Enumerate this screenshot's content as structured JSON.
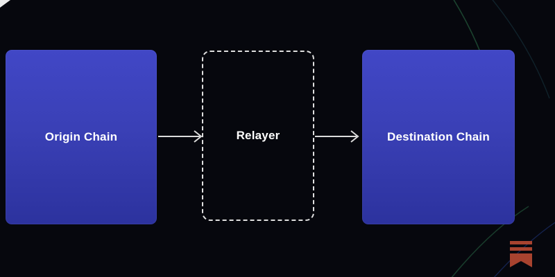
{
  "canvas": {
    "background": "#06070d"
  },
  "diagram": {
    "nodes": [
      {
        "id": "origin-chain",
        "label": "Origin Chain",
        "style": "solid"
      },
      {
        "id": "relayer",
        "label": "Relayer",
        "style": "dashed"
      },
      {
        "id": "destination-chain",
        "label": "Destination Chain",
        "style": "solid"
      }
    ],
    "edges": [
      {
        "from": "origin-chain",
        "to": "relayer"
      },
      {
        "from": "relayer",
        "to": "destination-chain"
      }
    ],
    "colors": {
      "node_fill": "#3a40b8",
      "node_text": "#ffffff",
      "dashed_border": "#ececec",
      "arrow": "#dcdcdc",
      "accent_curve_green": "#2f7d4f",
      "accent_curve_teal": "#27636f",
      "accent_curve_blue": "#2b4bb0",
      "watermark": "#a8432f"
    }
  },
  "icons": {
    "watermark": "substack-logo-icon",
    "corner": "corner-mark"
  }
}
